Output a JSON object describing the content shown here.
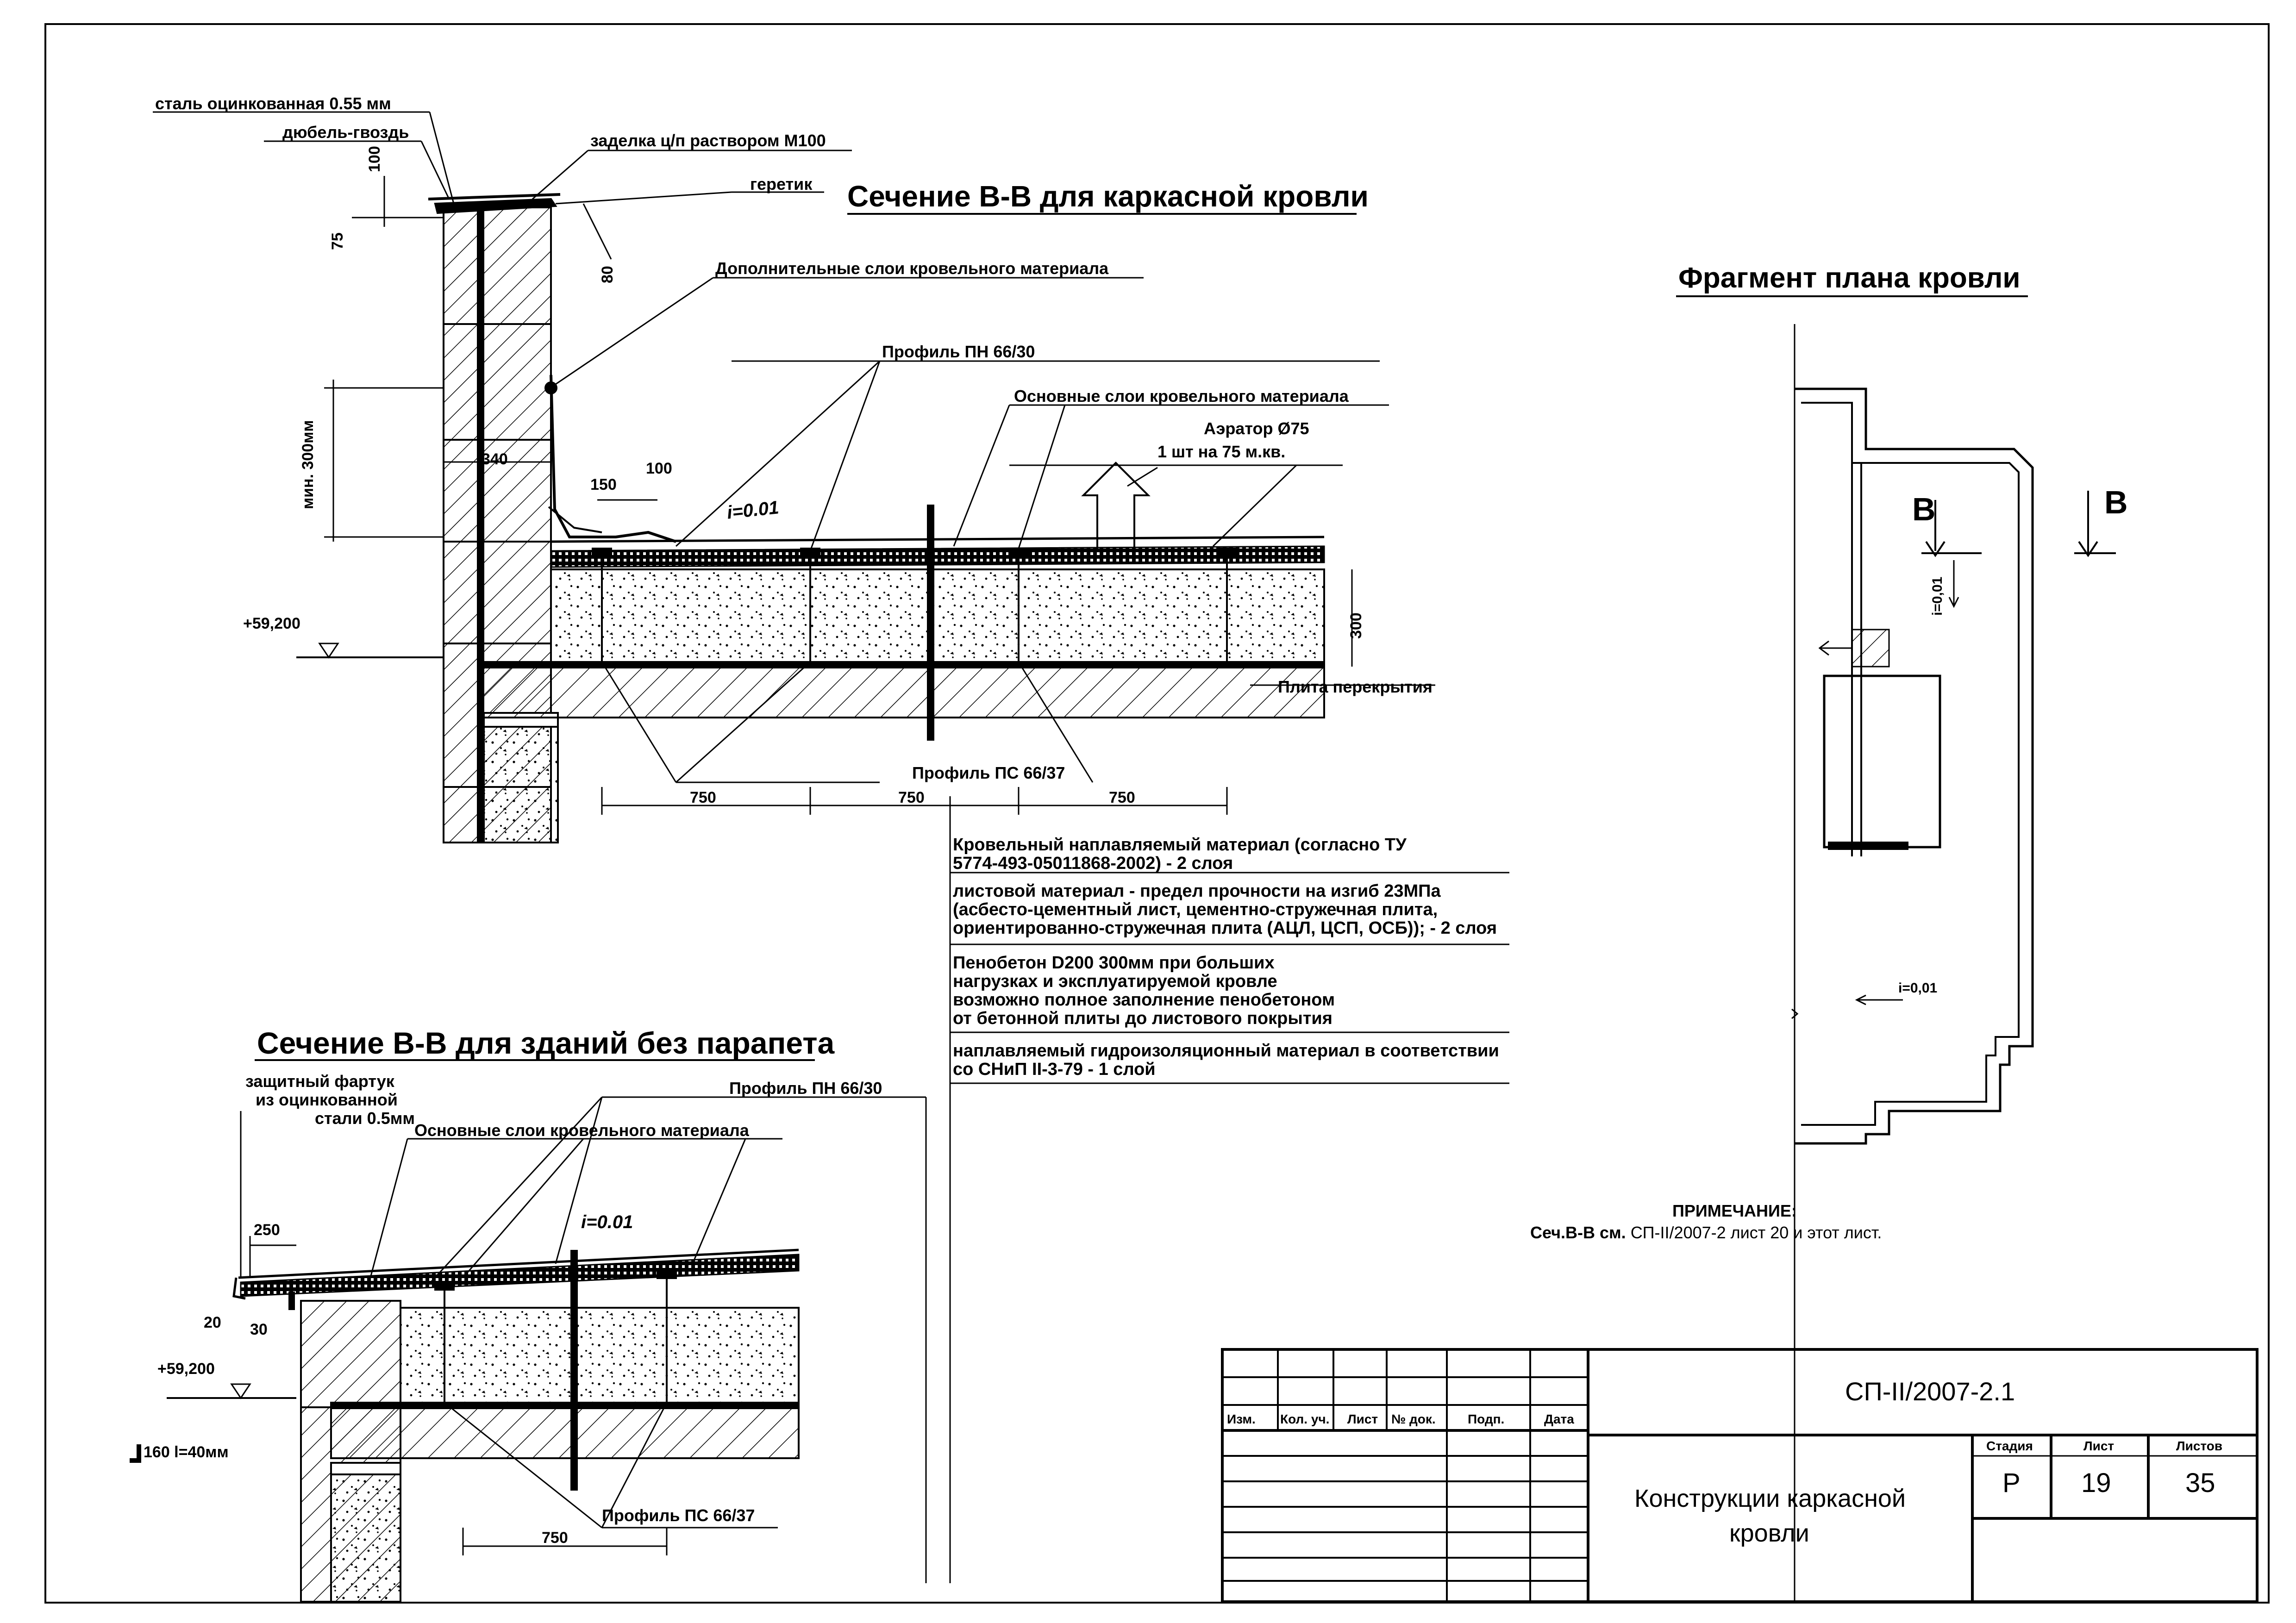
{
  "section1": {
    "title": "Сечение В-В для каркасной кровли",
    "labels": {
      "steel": "сталь оцинкованная 0.55 мм",
      "dowel": "дюбель-гвоздь",
      "mortar": "заделка ц/п раствором М100",
      "sealant": "геретик",
      "extra_layers": "Дополнительные слои кровельного материала",
      "profile_pn": "Профиль ПН  66/30",
      "main_layers": "Основные слои кровельного материала",
      "aerator": "Аэратор Ø75",
      "aerator_qty": "1 шт на 75 м.кв.",
      "slab": "Плита перекрытия",
      "profile_ps": "Профиль ПС 66/37",
      "slope": "i=0.01",
      "level": "+59,200",
      "min_height": "мин. 300мм"
    },
    "dims": {
      "d100": "100",
      "d75": "75",
      "d80": "80",
      "d340": "340",
      "d150": "150",
      "d100b": "100",
      "d300": "300",
      "span1": "750",
      "span2": "750",
      "span3": "750"
    }
  },
  "legend": [
    {
      "lines": [
        "Кровельный наплавляемый материал (согласно ТУ",
        "5774-493-05011868-2002) - 2 слоя"
      ]
    },
    {
      "lines": [
        "листовой материал - предел прочности на изгиб 23МПа",
        "(асбесто-цементный лист, цементно-стружечная плита,",
        "ориентированно-стружечная плита (АЦЛ, ЦСП, ОСБ)); - 2 слоя"
      ]
    },
    {
      "lines": [
        "Пенобетон D200      300мм при больших",
        "нагрузках и эксплуатируемой кровле",
        "возможно полное заполнение пенобетоном",
        "от бетонной плиты до листового покрытия"
      ]
    },
    {
      "lines": [
        "наплавляемый гидроизоляционный материал в соответствии",
        "со СНиП II-3-79 - 1 слой"
      ]
    }
  ],
  "section2": {
    "title": "Сечение В-В для зданий без парапета",
    "labels": {
      "apron1": "защитный фартук",
      "apron2": "из оцинкованной",
      "apron3": "стали 0.5мм",
      "main_layers": "Основные слои кровельного материала",
      "profile_pn": "Профиль ПН  66/30",
      "slope": "i=0.01",
      "level": "+59,200",
      "angle": "160 l=40мм",
      "profile_ps": "Профиль ПС 66/37"
    },
    "dims": {
      "d250": "250",
      "d20": "20",
      "d30": "30",
      "span": "750"
    }
  },
  "plan": {
    "title": "Фрагмент плана кровли",
    "cut_left": "В",
    "cut_right": "В",
    "slope1": "i=0,01",
    "slope2": "i=0,01"
  },
  "remark": {
    "title": "ПРИМЕЧАНИЕ:",
    "text_bold": "Сеч.В-В  см.",
    "text": "СП-II/2007-2 лист 20 и этот лист."
  },
  "title_block": {
    "code": "СП-II/2007-2.1",
    "headers": [
      "Изм.",
      "Кол. уч.",
      "Лист",
      "№ док.",
      "Подп.",
      "Дата"
    ],
    "name_line1": "Конструкции каркасной",
    "name_line2": "кровли",
    "stage_label": "Стадия",
    "sheet_label": "Лист",
    "sheets_label": "Листов",
    "stage": "Р",
    "sheet": "19",
    "sheets": "35"
  }
}
